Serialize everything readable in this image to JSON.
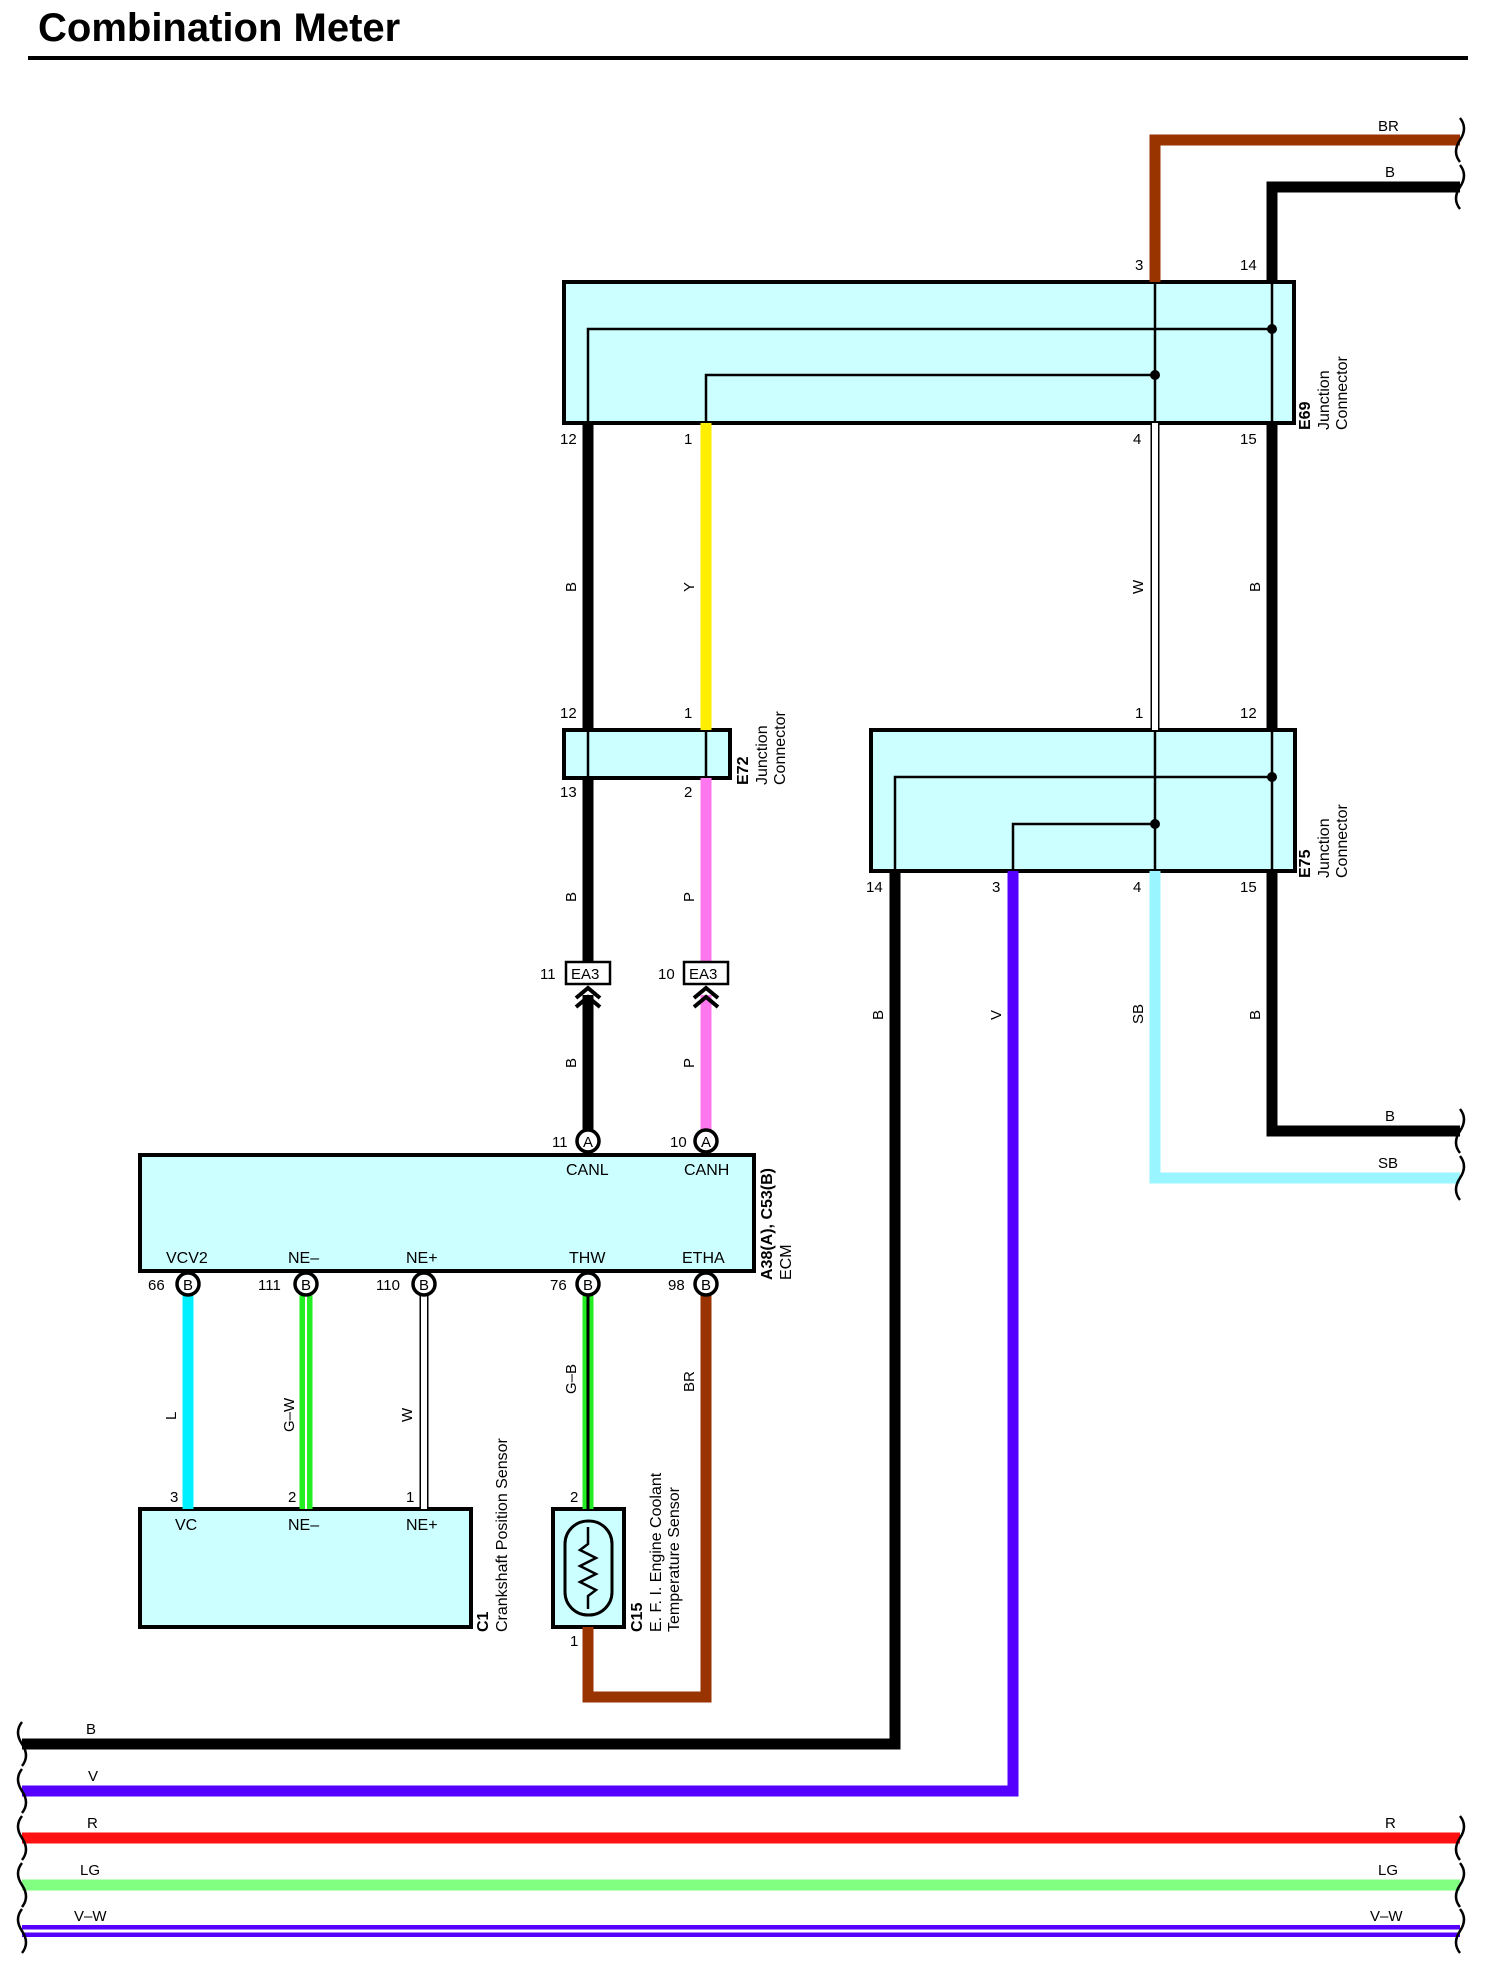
{
  "title": "Combination Meter",
  "colors": {
    "B": "#000000",
    "BR": "#993300",
    "Y": "#ffee00",
    "P": "#ff77ee",
    "W": "#ffffff",
    "V": "#5500ff",
    "SB": "#99f5ff",
    "L": "#00f0ff",
    "G": "#22ee22",
    "R": "#ff1111",
    "LG": "#80ff80",
    "box": "#ccffff"
  },
  "connectors": {
    "e69": {
      "code": "E69",
      "name": "Junction",
      "name2": "Connector",
      "pins": {
        "p3": "3",
        "p14": "14",
        "p12": "12",
        "p1": "1",
        "p4": "4",
        "p15": "15"
      }
    },
    "e72": {
      "code": "E72",
      "name": "Junction",
      "name2": "Connector",
      "pins": {
        "p12": "12",
        "p1": "1",
        "p13": "13",
        "p2": "2"
      }
    },
    "e75": {
      "code": "E75",
      "name": "Junction",
      "name2": "Connector",
      "pins": {
        "p1": "1",
        "p12": "12",
        "p14": "14",
        "p3": "3",
        "p4": "4",
        "p15": "15"
      }
    },
    "ea3": {
      "code": "EA3",
      "pin_a": "11",
      "pin_b": "10"
    }
  },
  "ecm": {
    "code": "A38(A), C53(B)",
    "name": "ECM",
    "top_pins": [
      {
        "num": "11",
        "conn": "A",
        "label": "CANL"
      },
      {
        "num": "10",
        "conn": "A",
        "label": "CANH"
      }
    ],
    "bottom_pins": [
      {
        "num": "66",
        "conn": "B",
        "label": "VCV2"
      },
      {
        "num": "111",
        "conn": "B",
        "label": "NE–"
      },
      {
        "num": "110",
        "conn": "B",
        "label": "NE+"
      },
      {
        "num": "76",
        "conn": "B",
        "label": "THW"
      },
      {
        "num": "98",
        "conn": "B",
        "label": "ETHA"
      }
    ]
  },
  "crank_sensor": {
    "code": "C1",
    "name": "Crankshaft Position Sensor",
    "pins": [
      {
        "num": "3",
        "label": "VC"
      },
      {
        "num": "2",
        "label": "NE–"
      },
      {
        "num": "1",
        "label": "NE+"
      }
    ]
  },
  "coolant_sensor": {
    "code": "C15",
    "name_line1": "E. F. I. Engine Coolant",
    "name_line2": "Temperature Sensor",
    "pins": {
      "top": "2",
      "bottom": "1"
    }
  },
  "wire_labels": {
    "br_top": "BR",
    "b_top": "B",
    "e69_12_b": "B",
    "e69_1_y": "Y",
    "e69_4_w": "W",
    "e69_15_b": "B",
    "e72_13_b": "B",
    "e72_2_p": "P",
    "ea3_11_b": "B",
    "ea3_10_p": "P",
    "e75_14_b": "B",
    "e75_3_v": "V",
    "e75_4_sb": "SB",
    "e75_15_b": "B",
    "right_b": "B",
    "right_sb": "SB",
    "l": "L",
    "gw": "G–W",
    "w": "W",
    "gb": "G–B",
    "br": "BR"
  },
  "bus_lines": [
    {
      "label": "B",
      "right_label": ""
    },
    {
      "label": "V",
      "right_label": ""
    },
    {
      "label": "R",
      "right_label": "R"
    },
    {
      "label": "LG",
      "right_label": "LG"
    },
    {
      "label": "V–W",
      "right_label": "V–W"
    }
  ]
}
